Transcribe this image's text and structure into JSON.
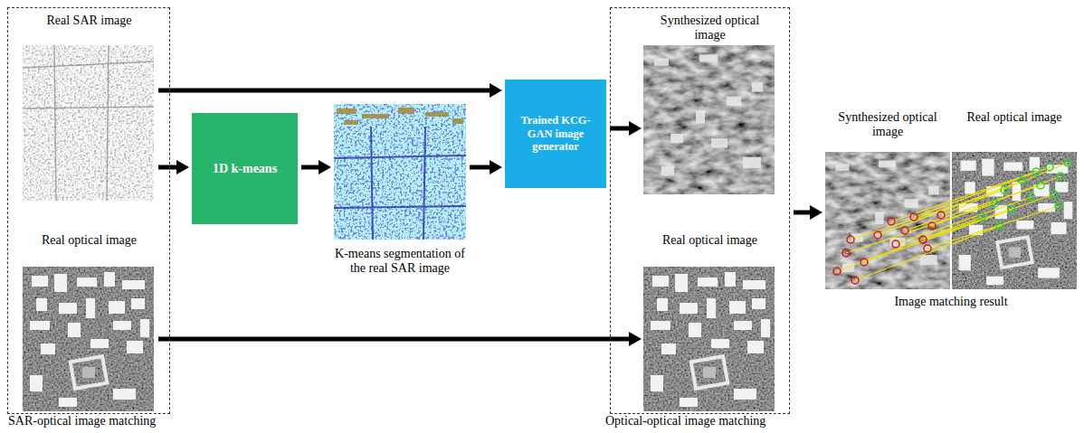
{
  "diagram": {
    "nodes": [
      {
        "text": [
          "SAR-optical image matching"
        ]
      },
      {
        "text": [
          "Real SAR image"
        ],
        "in": 0
      },
      {
        "text": [
          "Real optical image"
        ],
        "in": 0
      },
      {
        "text": [
          "1D k-means"
        ]
      },
      {
        "text": [
          "K-means segmentation of the real SAR image"
        ]
      },
      {
        "text": [
          "Trained KCG-GAN image generator"
        ]
      },
      {
        "text": [
          "Optical-optical image matching"
        ]
      },
      {
        "text": [
          "Synthesized optical image"
        ],
        "in": 6
      },
      {
        "text": [
          "Real optical image"
        ],
        "in": 6
      },
      {
        "text": [
          "Image matching result"
        ]
      },
      {
        "text": [
          "Synthesized optical image"
        ],
        "in": 9
      },
      {
        "text": [
          "Real optical image"
        ],
        "in": 9
      }
    ],
    "edges": [
      {
        "from": 1,
        "to": 5,
        "arrow": "to"
      },
      {
        "from": 1,
        "to": 3,
        "arrow": "to"
      },
      {
        "from": 3,
        "to": 4,
        "arrow": "to"
      },
      {
        "from": 4,
        "to": 5,
        "arrow": "to"
      },
      {
        "from": 5,
        "to": 7,
        "arrow": "to"
      },
      {
        "from": 2,
        "to": 8,
        "arrow": "to"
      },
      {
        "from": 6,
        "to": 9,
        "arrow": "to"
      }
    ]
  }
}
